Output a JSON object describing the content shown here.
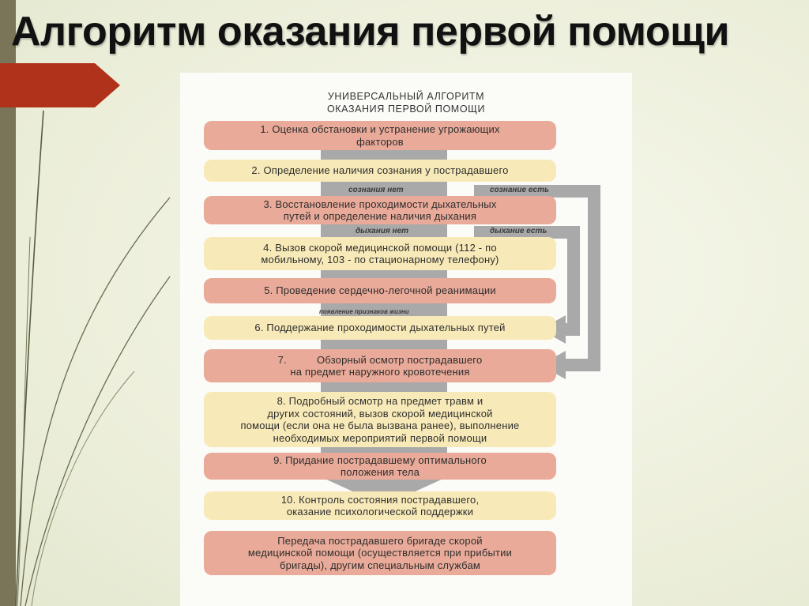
{
  "slide": {
    "title": "Алгоритм оказания первой помощи",
    "colors": {
      "pink_box": "#e9aa99",
      "yellow_box": "#f8eab8",
      "gray_arrow": "#a9a9a9",
      "banner": "#b0321b",
      "side_bar": "#7a7559"
    }
  },
  "diagram": {
    "heading": {
      "line1": "УНИВЕРСАЛЬНЫЙ АЛГОРИТМ",
      "line2": "ОКАЗАНИЯ ПЕРВОЙ ПОМОЩИ"
    },
    "steps": [
      {
        "color": "pink",
        "lines": [
          "1. Оценка обстановки и устранение угрожающих",
          "факторов"
        ]
      },
      {
        "color": "yellow",
        "lines": [
          "2. Определение наличия сознания у пострадавшего"
        ]
      },
      {
        "color": "pink",
        "lines": [
          "3. Восстановление проходимости дыхательных",
          "путей и определение наличия дыхания"
        ]
      },
      {
        "color": "yellow",
        "lines": [
          "4. Вызов скорой медицинской помощи (112 - по",
          "мобильному, 103 - по стационарному телефону)"
        ]
      },
      {
        "color": "pink",
        "lines": [
          "5. Проведение сердечно-легочной реанимации"
        ]
      },
      {
        "color": "yellow",
        "lines": [
          "6. Поддержание проходимости дыхательных путей"
        ]
      },
      {
        "color": "pink",
        "lines": [
          "7.          Обзорный осмотр пострадавшего",
          "на предмет наружного кровотечения"
        ]
      },
      {
        "color": "yellow",
        "lines": [
          "8. Подробный осмотр на предмет травм и",
          "других состояний, вызов скорой медицинской",
          "помощи (если она не была вызвана ранее), выполнение",
          "необходимых мероприятий первой помощи"
        ]
      },
      {
        "color": "pink",
        "lines": [
          "9. Придание пострадавшему оптимального",
          "положения тела"
        ]
      },
      {
        "color": "yellow",
        "lines": [
          "10. Контроль состояния пострадавшего,",
          "оказание психологической поддержки"
        ]
      },
      {
        "color": "pink",
        "lines": [
          "Передача пострадавшего бригаде скорой",
          "медицинской помощи (осуществляется при прибытии",
          "бригады), другим специальным службам"
        ]
      }
    ],
    "branch_labels": {
      "consciousness_no": "сознания нет",
      "consciousness_yes": "сознание есть",
      "breathing_no": "дыхания нет",
      "breathing_yes": "дыхание есть",
      "signs_of_life": "появление признаков жизни"
    }
  }
}
